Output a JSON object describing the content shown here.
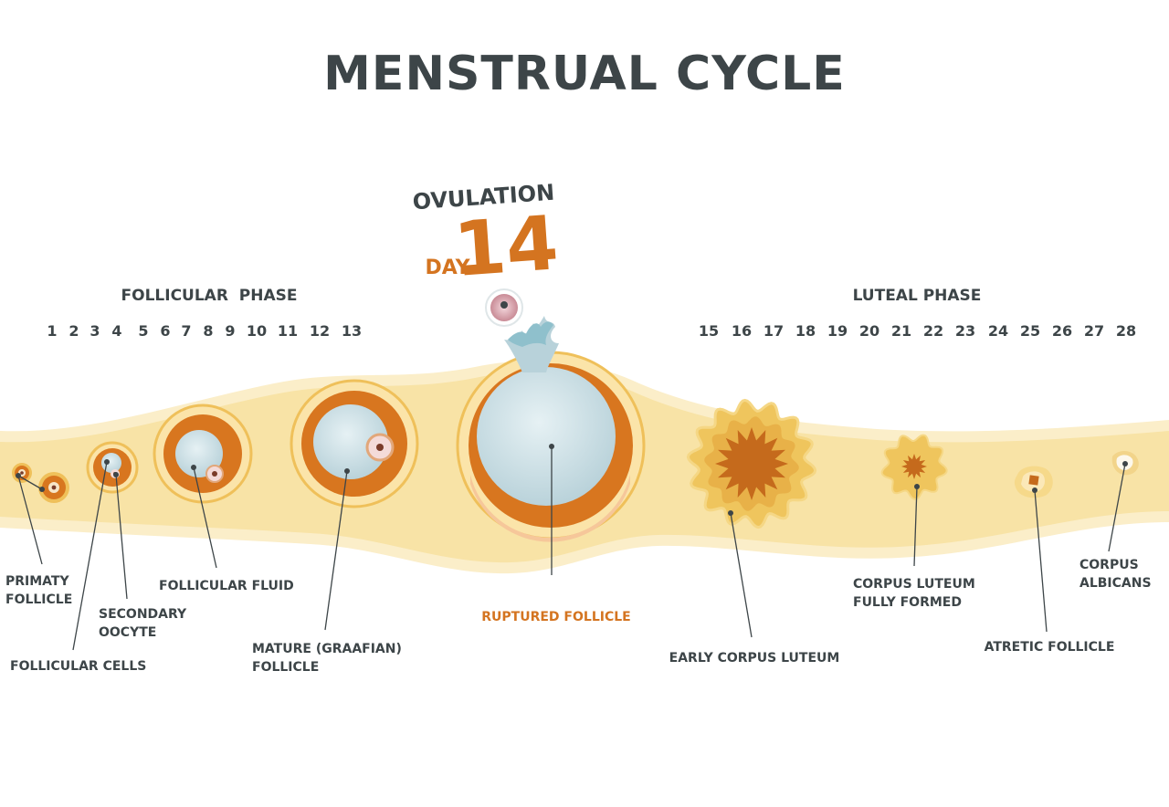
{
  "title": "MENSTRUAL CYCLE",
  "ovulation": {
    "heading": "OVULATION",
    "day_word": "DAY",
    "day_number": "14"
  },
  "phases": {
    "follicular": "FOLLICULAR  PHASE",
    "luteal": "LUTEAL PHASE"
  },
  "follicular_days": [
    "1",
    "2",
    "3",
    "4",
    "5",
    "6",
    "7",
    "8",
    "9",
    "10",
    "11",
    "12",
    "13"
  ],
  "luteal_days": [
    "15",
    "16",
    "17",
    "18",
    "19",
    "20",
    "21",
    "22",
    "23",
    "24",
    "25",
    "26",
    "27",
    "28"
  ],
  "labels": {
    "primaty_follicle": [
      "PRIMATY",
      "FOLLICLE"
    ],
    "secondary_oocyte": [
      "SECONDARY",
      "OOCYTE"
    ],
    "follicular_cells": [
      "FOLLICULAR CELLS"
    ],
    "follicular_fluid": [
      "FOLLICULAR FLUID"
    ],
    "mature_follicle": [
      "MATURE (GRAAFIAN)",
      "FOLLICLE"
    ],
    "ruptured_follicle": [
      "RUPTURED FOLLICLE"
    ],
    "early_corpus_luteum": [
      "EARLY CORPUS LUTEUM"
    ],
    "corpus_luteum_formed": [
      "CORPUS LUTEUM",
      "FULLY FORMED"
    ],
    "atretic_follicle": [
      "ATRETIC FOLLICLE"
    ],
    "corpus_albicans": [
      "CORPUS",
      "ALBICANS"
    ]
  },
  "colors": {
    "text": "#3d4548",
    "accent": "#d47420",
    "band": "#f8e3a6",
    "band_edge": "#fbeec9",
    "follicle_ring": "#efc05a",
    "follicle_core": "#d8761f",
    "fluid": "#c8dde4",
    "luteum": "#efc55d",
    "luteum_core": "#c56a1c"
  }
}
